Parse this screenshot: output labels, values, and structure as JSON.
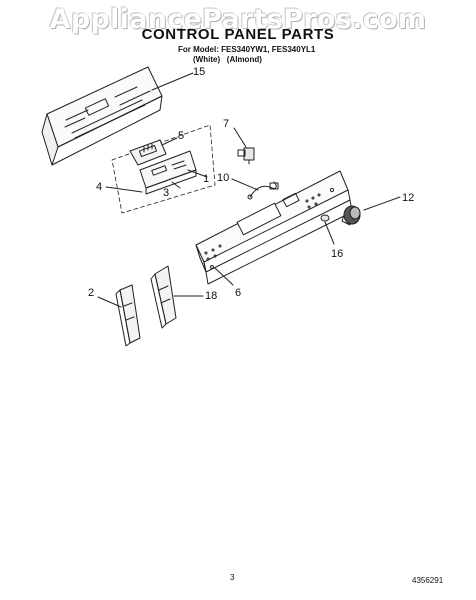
{
  "watermark": "AppliancePartsPros.com",
  "header": {
    "title": "CONTROL PANEL PARTS",
    "model_line": "For Model: FES340YW1, FES340YL1",
    "color_white": "(White)",
    "color_almond": "(Almond)"
  },
  "callouts": {
    "c15": "15",
    "c5": "5",
    "c7": "7",
    "c1": "1",
    "c3": "3",
    "c10": "10",
    "c4": "4",
    "c12": "12",
    "c16": "16",
    "c2": "2",
    "c18": "18",
    "c6": "6"
  },
  "footer": {
    "page_number": "3",
    "document_number": "4356291"
  }
}
